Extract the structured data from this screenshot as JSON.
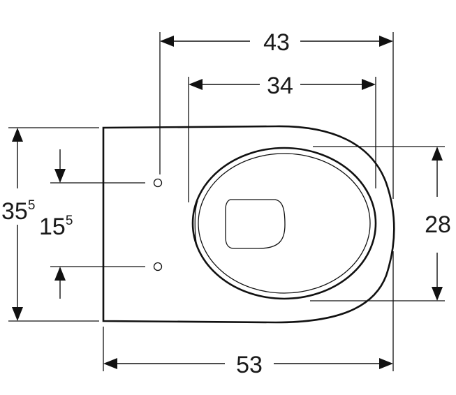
{
  "dimensions": {
    "top_outer": {
      "value": "43"
    },
    "top_inner": {
      "value": "34"
    },
    "left_total": {
      "value": "35",
      "sup": "5"
    },
    "left_holes": {
      "value": "15",
      "sup": "5"
    },
    "right_seat": {
      "value": "28"
    },
    "bottom_length": {
      "value": "53"
    }
  }
}
